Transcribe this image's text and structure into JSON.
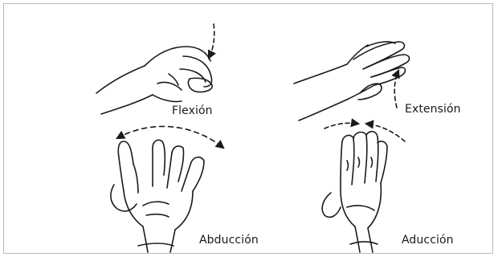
{
  "labels": {
    "flexion": "Flexión",
    "extension": "Extensión",
    "abduction": "Abducción",
    "adduction": "Aducción"
  },
  "colors": {
    "ink": "#1a1a1a",
    "frame": "#b9b9b9",
    "background": "#ffffff"
  }
}
